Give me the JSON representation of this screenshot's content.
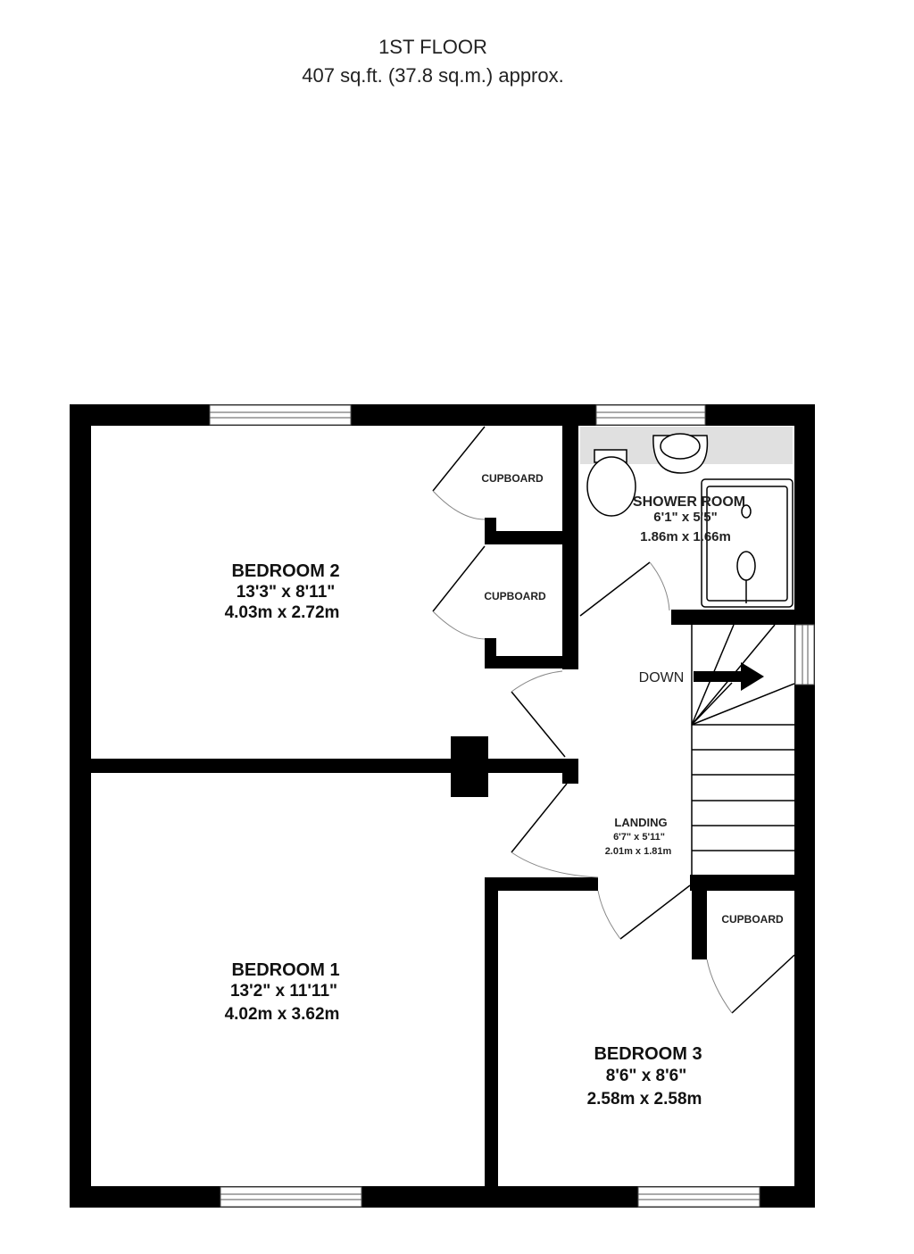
{
  "header": {
    "floor": "1ST FLOOR",
    "area": "407 sq.ft. (37.8 sq.m.) approx."
  },
  "rooms": {
    "bedroom2": {
      "name": "BEDROOM 2",
      "imperial": "13'3\"  x 8'11\"",
      "metric": "4.03m  x 2.72m"
    },
    "bedroom1": {
      "name": "BEDROOM 1",
      "imperial": "13'2\"  x 11'11\"",
      "metric": "4.02m  x 3.62m"
    },
    "bedroom3": {
      "name": "BEDROOM 3",
      "imperial": "8'6\"  x 8'6\"",
      "metric": "2.58m  x 2.58m"
    },
    "shower": {
      "name": "SHOWER ROOM",
      "imperial": "6'1\"  x 5'5\"",
      "metric": "1.86m  x 1.66m"
    },
    "landing": {
      "name": "LANDING",
      "imperial": "6'7\"  x 5'11\"",
      "metric": "2.01m  x 1.81m"
    }
  },
  "cupboards": [
    "CUPBOARD",
    "CUPBOARD",
    "CUPBOARD"
  ],
  "stairs_label": "DOWN",
  "colors": {
    "wall": "#000000",
    "fixture_area": "#e0e0e0"
  }
}
